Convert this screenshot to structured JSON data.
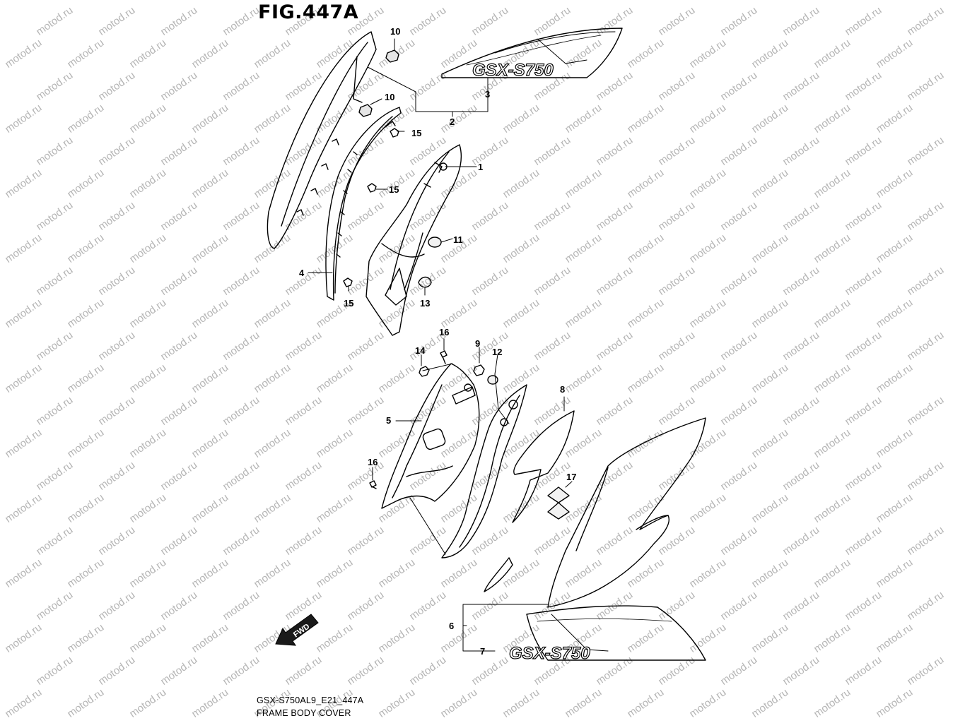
{
  "figure": {
    "title": "FIG.447A",
    "model_code": "GSX-S750AL9_E21_447A",
    "caption": "FRAME BODY COVER"
  },
  "watermark": {
    "text": "motod.ru"
  },
  "direction_badge": {
    "text": "FWD",
    "icon": "arrow-down-left-icon"
  },
  "decal_text": {
    "upper": "GSX-S750",
    "lower": "GSX-S750"
  },
  "callouts": [
    "1",
    "2",
    "3",
    "4",
    "5",
    "6",
    "7",
    "8",
    "9",
    "10",
    "10",
    "11",
    "12",
    "13",
    "14",
    "15",
    "15",
    "15",
    "16",
    "16",
    "17"
  ],
  "colors": {
    "line": "#000000",
    "watermark": "#b5b5b5",
    "decal_fill": "#d9d9d9"
  }
}
